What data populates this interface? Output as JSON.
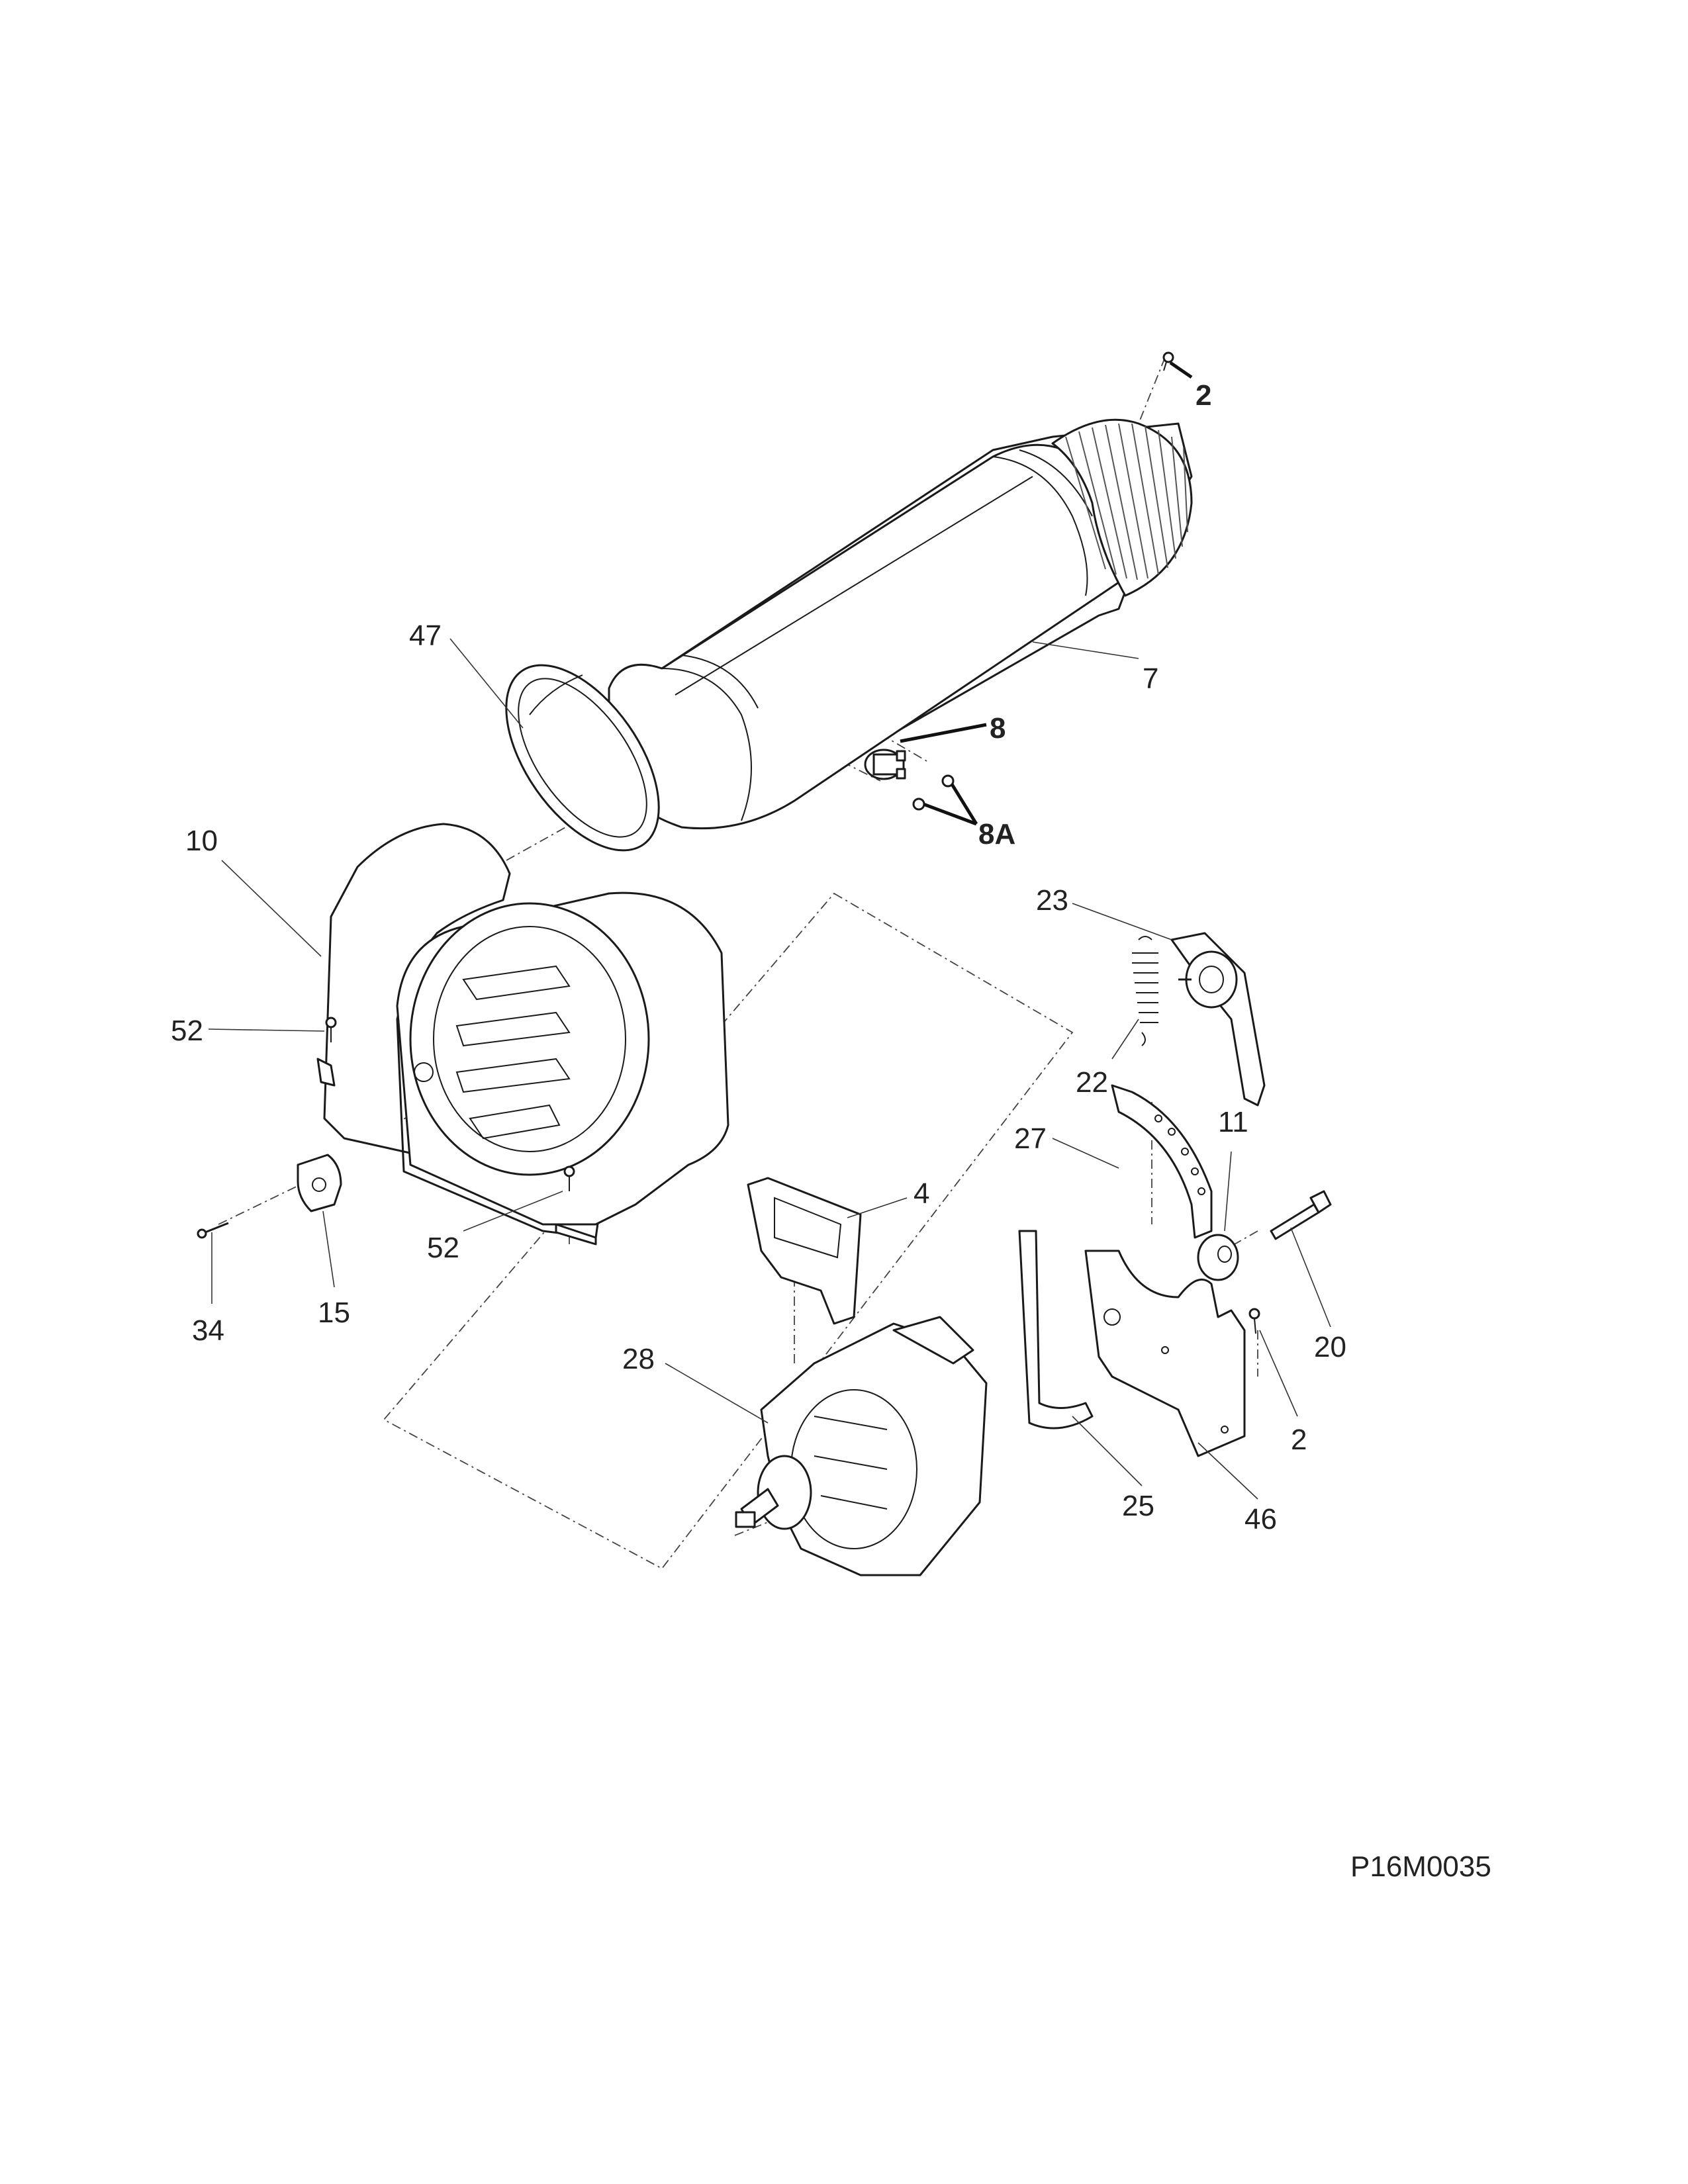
{
  "diagram": {
    "reference_code": "P16M0035",
    "callouts": [
      {
        "id": "c2a",
        "text": "2",
        "bold": true
      },
      {
        "id": "c47",
        "text": "47",
        "bold": false
      },
      {
        "id": "c7",
        "text": "7",
        "bold": false
      },
      {
        "id": "c8",
        "text": "8",
        "bold": true
      },
      {
        "id": "c8A",
        "text": "8A",
        "bold": true
      },
      {
        "id": "c10",
        "text": "10",
        "bold": false
      },
      {
        "id": "c23",
        "text": "23",
        "bold": false
      },
      {
        "id": "c52a",
        "text": "52",
        "bold": false
      },
      {
        "id": "c22",
        "text": "22",
        "bold": false
      },
      {
        "id": "c27",
        "text": "27",
        "bold": false
      },
      {
        "id": "c11",
        "text": "11",
        "bold": false
      },
      {
        "id": "c4",
        "text": "4",
        "bold": false
      },
      {
        "id": "c52b",
        "text": "52",
        "bold": false
      },
      {
        "id": "c34",
        "text": "34",
        "bold": false
      },
      {
        "id": "c15",
        "text": "15",
        "bold": false
      },
      {
        "id": "c20",
        "text": "20",
        "bold": false
      },
      {
        "id": "c28",
        "text": "28",
        "bold": false
      },
      {
        "id": "c2b",
        "text": "2",
        "bold": false
      },
      {
        "id": "c25",
        "text": "25",
        "bold": false
      },
      {
        "id": "c46",
        "text": "46",
        "bold": false
      }
    ]
  }
}
